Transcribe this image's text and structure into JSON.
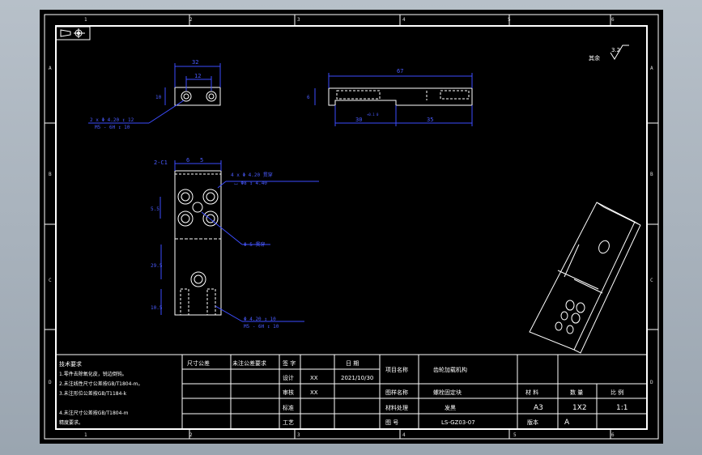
{
  "border": {
    "columns": [
      "1",
      "2",
      "3",
      "4",
      "5",
      "6"
    ],
    "rows": [
      "A",
      "B",
      "C",
      "D"
    ]
  },
  "roughness": {
    "label": "其余",
    "value": "3.2"
  },
  "dims": {
    "top_width_32": "32",
    "top_pitch_12": "12",
    "top_h_10": "10",
    "top_hole_line1": "2 x Φ 4.20 ↧ 12",
    "top_hole_line2": "M5 - 6H ↧ 10",
    "side_len_67": "67",
    "side_h_6": "6",
    "side_30": "30",
    "side_tol": "+0.1\n 0",
    "side_35": "35",
    "front_edge": "2-C1",
    "front_6": "6",
    "front_5": "5",
    "front_note1": "4 x Φ  4.20 贯穿",
    "front_note2": "  ⌴ Φ8  ↧ 4.40",
    "front_5_5": "5.5",
    "front_hole_note": "Φ 5 贯穿",
    "front_29_5": "29.5",
    "front_10_5": "10.5",
    "front_bottom1": "Φ  4.20 ↧ 10",
    "front_bottom2": "M5 - 6H ↧ 10"
  },
  "notes": {
    "title": "技术要求",
    "lines": [
      "1.零件去除氧化皮，锐边倒钝。",
      "2.未注线性尺寸公差按GB/T1804-m。",
      "3.未注形位公差按GB/T1184-k",
      "  ",
      "4.未注尺寸公差按GB/T1804-m",
      "  精度要求。"
    ]
  },
  "title_block": {
    "size_label": "尺寸公差",
    "class_label": "未注公差要求",
    "sign_label": "签 字",
    "date_label": "日 期",
    "design_label": "设计",
    "design_by": "XX",
    "design_date": "2021/10/30",
    "check_label": "审核",
    "check_by": "XX",
    "process_label": "标准",
    "approve_label": "工艺",
    "proj_label": "项目名称",
    "proj_value": "齿轮加载机构",
    "part_label": "图样名称",
    "part_value": "螺栓固定块",
    "mat_label": "材料处理",
    "mat_value": "发黑",
    "no_label": "图 号",
    "no_value": "LS-GZ03-07",
    "sheet_size": "A3",
    "qty_label": "数 量",
    "qty_value": "1X2",
    "scale_label": "比 例",
    "scale_value": "1:1",
    "ver_label": "版本",
    "ver_value": "A",
    "mat_col": "材 料"
  }
}
